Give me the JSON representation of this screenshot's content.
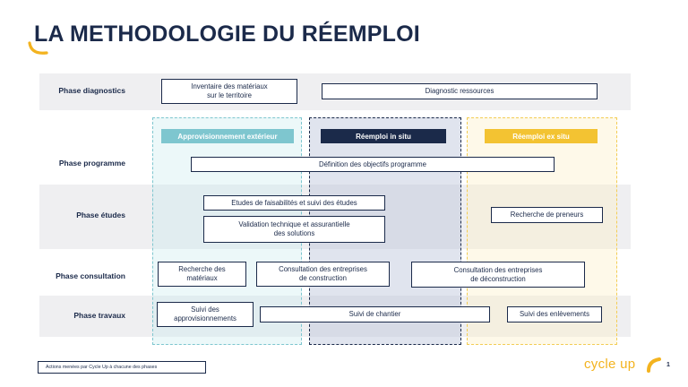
{
  "title": "LA METHODOLOGIE DU RÉEMPLOI",
  "phases": [
    "Phase diagnostics",
    "Phase programme",
    "Phase études",
    "Phase consultation",
    "Phase travaux"
  ],
  "columns": {
    "exterieur": "Approvisionnement extérieur",
    "in_situ": "Réemploi in situ",
    "ex_situ": "Réemploi ex situ"
  },
  "boxes": {
    "inventaire": "Inventaire des matériaux\nsur le territoire",
    "diagnostic": "Diagnostic ressources",
    "objectifs": "Définition des objectifs programme",
    "faisabilites": "Etudes de faisabilités et suivi des études",
    "validation": "Validation technique et assurantielle\ndes solutions",
    "preneurs": "Recherche de preneurs",
    "recherche_materiaux": "Recherche des\nmatériaux",
    "consult_construction": "Consultation des entreprises\nde construction",
    "consult_deconstruction": "Consultation des entreprises\nde déconstruction",
    "suivi_appro": "Suivi des\napprovisionnements",
    "suivi_chantier": "Suivi de chantier",
    "suivi_enlevements": "Suivi des enlèvements"
  },
  "legend": "Actions menées par Cycle Up à chacune des phases",
  "brand": "cycle up",
  "page_number": "1",
  "colors": {
    "navy": "#1b2a4a",
    "teal": "#7ec6cf",
    "yellow": "#f3b31f",
    "band": "#efeff1"
  }
}
